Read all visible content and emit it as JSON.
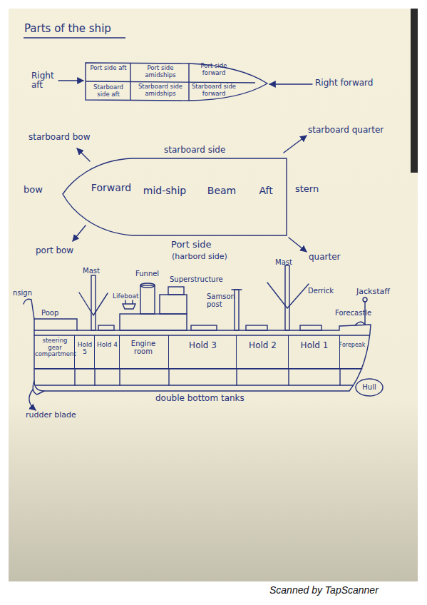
{
  "diagram": {
    "title": "Parts of the ship",
    "nodes": [
      {
        "text": [
          "Port side aft",
          "Port side amidships",
          "Port side forward",
          "Starboard side aft",
          "Starboard side amidships",
          "Starboard side forward"
        ]
      },
      {
        "text": [
          "Forward",
          "mid-ship",
          "Beam",
          "Aft"
        ]
      },
      {
        "text": [
          "steering gear compartment"
        ]
      },
      {
        "text": [
          "Hold 5"
        ]
      },
      {
        "text": [
          "Hold 4"
        ]
      },
      {
        "text": [
          "Engine room"
        ]
      },
      {
        "text": [
          "Hold 3"
        ]
      },
      {
        "text": [
          "Hold 2"
        ]
      },
      {
        "text": [
          "Hold 1"
        ]
      },
      {
        "text": [
          "Forepeak"
        ]
      },
      {
        "text": [
          "Hull"
        ]
      }
    ],
    "labels": [
      "Right aft",
      "Right forward",
      "starboard bow",
      "starboard side",
      "starboard quarter",
      "bow",
      "stern",
      "port bow",
      "Port side",
      "(harbord side)",
      "quarter",
      "nsign",
      "Poop",
      "Mast",
      "Lifeboat",
      "Funnel",
      "Superstructure",
      "Samson post",
      "Mast",
      "Derrick",
      "Jackstaff",
      "Forecastle",
      "rudder blade",
      "double bottom tanks",
      "Scanned by TapScanner"
    ]
  }
}
